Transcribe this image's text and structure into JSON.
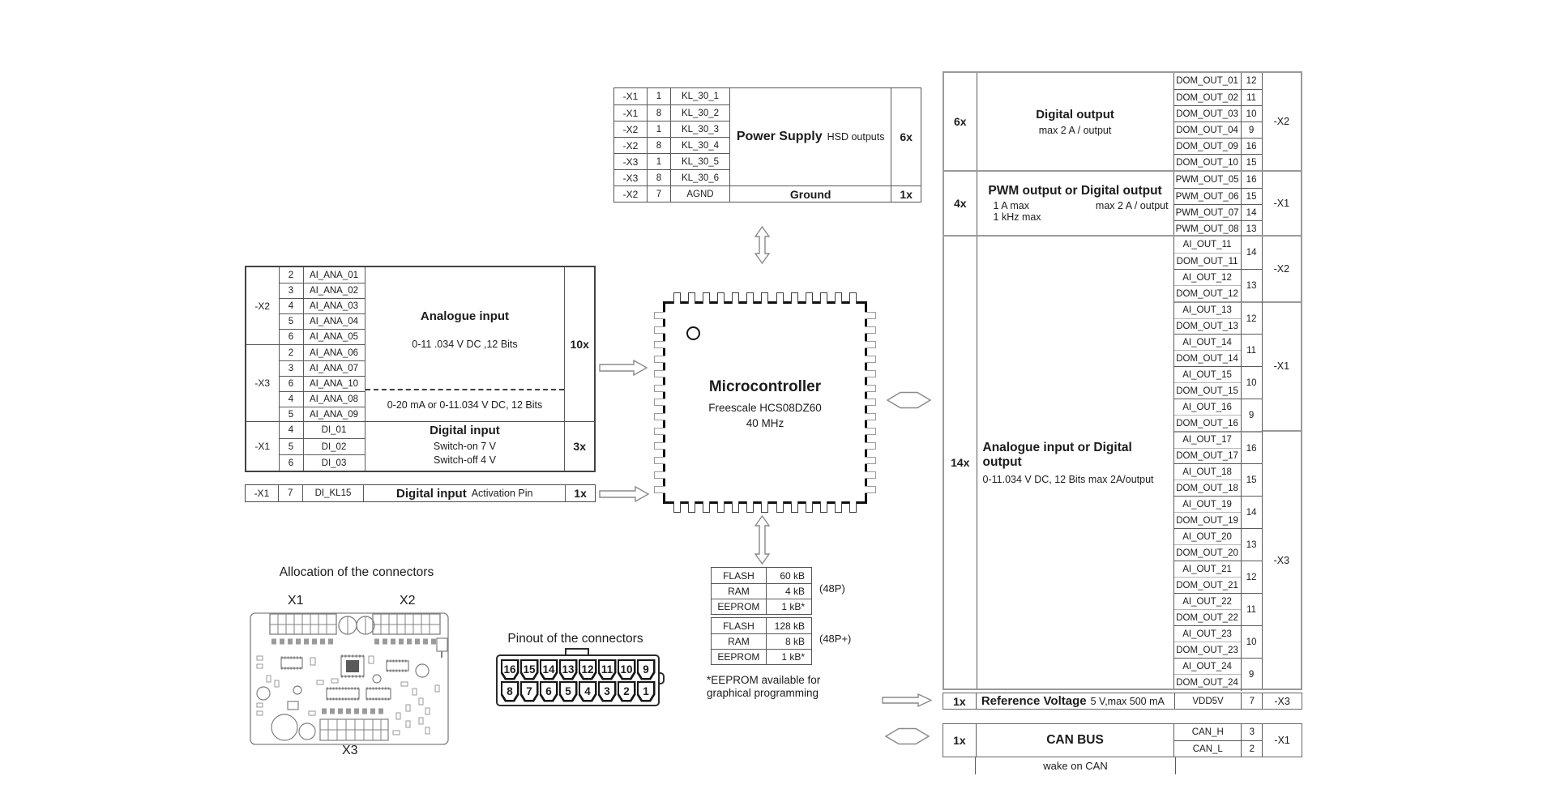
{
  "colors": {
    "background": "#ffffff",
    "ink": "#1c1c1c",
    "line_dark": "#555555",
    "line_light": "#999999"
  },
  "power": {
    "rows": [
      {
        "conn": "-X1",
        "pin": "1",
        "signal": "KL_30_1"
      },
      {
        "conn": "-X1",
        "pin": "8",
        "signal": "KL_30_2"
      },
      {
        "conn": "-X2",
        "pin": "1",
        "signal": "KL_30_3"
      },
      {
        "conn": "-X2",
        "pin": "8",
        "signal": "KL_30_4"
      },
      {
        "conn": "-X3",
        "pin": "1",
        "signal": "KL_30_5"
      },
      {
        "conn": "-X3",
        "pin": "8",
        "signal": "KL_30_6"
      },
      {
        "conn": "-X2",
        "pin": "7",
        "signal": "AGND"
      }
    ],
    "label": "Power Supply",
    "sublabel": "HSD outputs",
    "count": "6x",
    "ground_label": "Ground",
    "ground_count": "1x"
  },
  "analog_in": {
    "x2_conn": "-X2",
    "x2_rows": [
      {
        "pin": "2",
        "signal": "AI_ANA_01"
      },
      {
        "pin": "3",
        "signal": "AI_ANA_02"
      },
      {
        "pin": "4",
        "signal": "AI_ANA_03"
      },
      {
        "pin": "5",
        "signal": "AI_ANA_04"
      },
      {
        "pin": "6",
        "signal": "AI_ANA_05"
      }
    ],
    "x3_conn": "-X3",
    "x3_rows": [
      {
        "pin": "2",
        "signal": "AI_ANA_06"
      },
      {
        "pin": "3",
        "signal": "AI_ANA_07"
      },
      {
        "pin": "6",
        "signal": "AI_ANA_10"
      },
      {
        "pin": "4",
        "signal": "AI_ANA_08"
      },
      {
        "pin": "5",
        "signal": "AI_ANA_09"
      }
    ],
    "title": "Analogue input",
    "subtitle": "0-11 .034 V DC ,12 Bits",
    "subtitle2": "0-20 mA or 0-11.034 V DC, 12 Bits",
    "count": "10x"
  },
  "digital_in": {
    "conn": "-X1",
    "rows": [
      {
        "pin": "4",
        "signal": "DI_01"
      },
      {
        "pin": "5",
        "signal": "DI_02"
      },
      {
        "pin": "6",
        "signal": "DI_03"
      }
    ],
    "title": "Digital input",
    "line1": "Switch-on 7 V",
    "line2": "Switch-off 4 V",
    "count": "3x"
  },
  "kl15": {
    "conn": "-X1",
    "pin": "7",
    "signal": "DI_KL15",
    "title": "Digital input",
    "subtitle": "Activation Pin",
    "count": "1x"
  },
  "mcu": {
    "title": "Microcontroller",
    "chip": "Freescale HCS08DZ60",
    "freq": "40 MHz"
  },
  "digital_out": {
    "count": "6x",
    "title": "Digital output",
    "subtitle": "max 2 A / output",
    "conn": "-X2",
    "rows": [
      {
        "signal": "DOM_OUT_01",
        "pin": "12"
      },
      {
        "signal": "DOM_OUT_02",
        "pin": "11"
      },
      {
        "signal": "DOM_OUT_03",
        "pin": "10"
      },
      {
        "signal": "DOM_OUT_04",
        "pin": "9"
      },
      {
        "signal": "DOM_OUT_09",
        "pin": "16"
      },
      {
        "signal": "DOM_OUT_10",
        "pin": "15"
      }
    ]
  },
  "pwm": {
    "count": "4x",
    "title": "PWM output or Digital output",
    "spec_left1": "1 A max",
    "spec_left2": "1 kHz max",
    "spec_right": "max 2 A / output",
    "conn": "-X1",
    "rows": [
      {
        "signal": "PWM_OUT_05",
        "pin": "16"
      },
      {
        "signal": "PWM_OUT_06",
        "pin": "15"
      },
      {
        "signal": "PWM_OUT_07",
        "pin": "14"
      },
      {
        "signal": "PWM_OUT_08",
        "pin": "13"
      }
    ]
  },
  "aio": {
    "count": "14x",
    "title": "Analogue input or Digital output",
    "subtitle": "0-11.034 V DC, 12 Bits  max 2A/output",
    "conn1": "-X2",
    "conn2": "-X1",
    "conn3": "-X3",
    "pairs": [
      {
        "a": "AI_OUT_11",
        "b": "DOM_OUT_11",
        "pin": "14"
      },
      {
        "a": "AI_OUT_12",
        "b": "DOM_OUT_12",
        "pin": "13"
      },
      {
        "a": "AI_OUT_13",
        "b": "DOM_OUT_13",
        "pin": "12"
      },
      {
        "a": "AI_OUT_14",
        "b": "DOM_OUT_14",
        "pin": "11"
      },
      {
        "a": "AI_OUT_15",
        "b": "DOM_OUT_15",
        "pin": "10"
      },
      {
        "a": "AI_OUT_16",
        "b": "DOM_OUT_16",
        "pin": "9"
      },
      {
        "a": "AI_OUT_17",
        "b": "DOM_OUT_17",
        "pin": "16"
      },
      {
        "a": "AI_OUT_18",
        "b": "DOM_OUT_18",
        "pin": "15"
      },
      {
        "a": "AI_OUT_19",
        "b": "DOM_OUT_19",
        "pin": "14"
      },
      {
        "a": "AI_OUT_20",
        "b": "DOM_OUT_20",
        "pin": "13"
      },
      {
        "a": "AI_OUT_21",
        "b": "DOM_OUT_21",
        "pin": "12"
      },
      {
        "a": "AI_OUT_22",
        "b": "DOM_OUT_22",
        "pin": "11"
      },
      {
        "a": "AI_OUT_23",
        "b": "DOM_OUT_23",
        "pin": "10"
      },
      {
        "a": "AI_OUT_24",
        "b": "DOM_OUT_24",
        "pin": "9"
      }
    ]
  },
  "refv": {
    "count": "1x",
    "title": "Reference Voltage",
    "subtitle": "5 V,max 500 mA",
    "signal": "VDD5V",
    "pin": "7",
    "conn": "-X3"
  },
  "can": {
    "count": "1x",
    "title": "CAN BUS",
    "conn": "-X1",
    "note": "wake on CAN",
    "rows": [
      {
        "signal": "CAN_H",
        "pin": "3"
      },
      {
        "signal": "CAN_L",
        "pin": "2"
      }
    ]
  },
  "memory": {
    "variant1": "(48P)",
    "rows1": [
      {
        "label": "FLASH",
        "value": "60 kB"
      },
      {
        "label": "RAM",
        "value": "4 kB"
      },
      {
        "label": "EEPROM",
        "value": "1 kB*"
      }
    ],
    "variant2": "(48P+)",
    "rows2": [
      {
        "label": "FLASH",
        "value": "128 kB"
      },
      {
        "label": "RAM",
        "value": "8 kB"
      },
      {
        "label": "EEPROM",
        "value": "1 kB*"
      }
    ],
    "note1": "*EEPROM available for",
    "note2": "graphical programming"
  },
  "allocation": {
    "title": "Allocation of the connectors",
    "x1": "X1",
    "x2": "X2",
    "x3": "X3"
  },
  "pinout": {
    "title": "Pinout of the connectors",
    "top": [
      "16",
      "15",
      "14",
      "13",
      "12",
      "11",
      "10",
      "9"
    ],
    "bottom": [
      "8",
      "7",
      "6",
      "5",
      "4",
      "3",
      "2",
      "1"
    ]
  }
}
